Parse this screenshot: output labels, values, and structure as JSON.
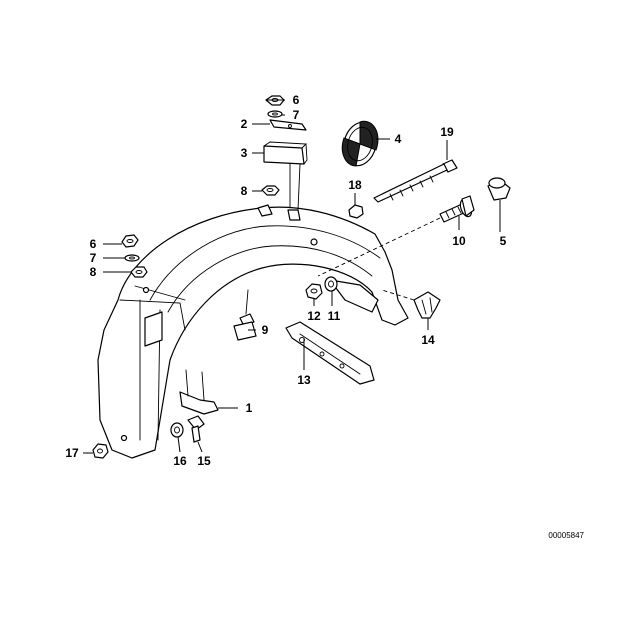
{
  "diagram": {
    "doc_number": "00005847",
    "callouts": {
      "c1": "1",
      "c2": "2",
      "c3": "3",
      "c4": "4",
      "c5": "5",
      "c6a": "6",
      "c6b": "6",
      "c7a": "7",
      "c7b": "7",
      "c8a": "8",
      "c8b": "8",
      "c9": "9",
      "c10": "10",
      "c11": "11",
      "c12": "12",
      "c13": "13",
      "c14": "14",
      "c15": "15",
      "c16": "16",
      "c17": "17",
      "c18": "18",
      "c19": "19"
    },
    "icons": {
      "emblem": "roundel-emblem-icon"
    }
  }
}
